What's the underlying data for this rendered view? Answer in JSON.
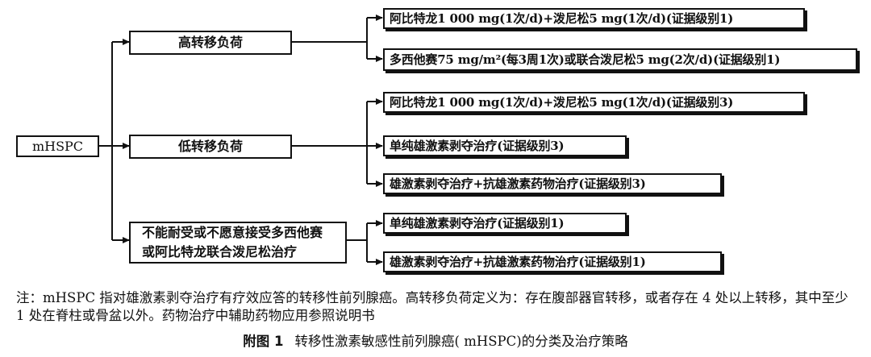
{
  "root": {
    "label": "mHSPC"
  },
  "categories": [
    {
      "label": "高转移负荷",
      "treatments": [
        "阿比特龙1 000 mg(1次/d)+泼尼松5 mg(1次/d)(证据级别1)",
        "多西他赛75 mg/m²(每3周1次)或联合泼尼松5 mg(2次/d)(证据级别1)"
      ]
    },
    {
      "label": "低转移负荷",
      "treatments": [
        "阿比特龙1 000 mg(1次/d)+泼尼松5 mg(1次/d)(证据级别3)",
        "单纯雄激素剥夺治疗(证据级别3)",
        "雄激素剥夺治疗+抗雄激素药物治疗(证据级别3)"
      ]
    },
    {
      "label": "不能耐受或不愿意接受多西他赛或阿比特龙联合泼尼松治疗",
      "treatments": [
        "单纯雄激素剥夺治疗(证据级别1)",
        "雄激素剥夺治疗+抗雄激素药物治疗(证据级别1)"
      ]
    }
  ],
  "note": "注：mHSPC 指对雄激素剥夺治疗有疗效应答的转移性前列腺癌。高转移负荷定义为：存在腹部器官转移，或者存在 4 处以上转移，其中至少 1 处在脊柱或骨盆以外。药物治疗中辅助药物应用参照说明书",
  "caption": {
    "number": "附图 1",
    "title": "转移性激素敏感性前列腺癌( mHSPC)的分类及治疗策略"
  }
}
